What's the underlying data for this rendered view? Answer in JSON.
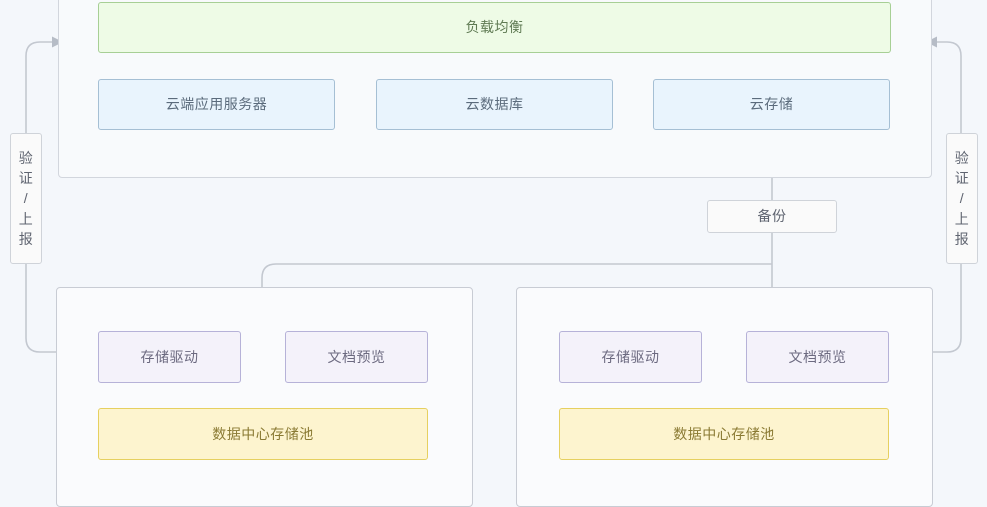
{
  "diagram": {
    "type": "architecture-flow",
    "background_color": "#f4f7fb",
    "clusters": {
      "cloud_tier": {
        "name": "cloud-tier-container"
      },
      "datacenter_left": {
        "name": "datacenter-left-container"
      },
      "datacenter_right": {
        "name": "datacenter-right-container"
      }
    },
    "nodes": {
      "load_balancer": {
        "label": "负载均衡",
        "color": "#eefbe6",
        "border": "#a7cf95"
      },
      "cloud_app_server": {
        "label": "云端应用服务器",
        "color": "#e9f4fd",
        "border": "#a5bfd4"
      },
      "cloud_database": {
        "label": "云数据库",
        "color": "#e9f4fd",
        "border": "#a5bfd4"
      },
      "cloud_storage": {
        "label": "云存储",
        "color": "#e9f4fd",
        "border": "#a5bfd4"
      },
      "left_storage_driver": {
        "label": "存储驱动",
        "color": "#f4f2fa",
        "border": "#b6b2d8"
      },
      "left_doc_preview": {
        "label": "文档预览",
        "color": "#f4f2fa",
        "border": "#b6b2d8"
      },
      "left_storage_pool": {
        "label": "数据中心存储池",
        "color": "#fdf4cf",
        "border": "#e6d060"
      },
      "right_storage_driver": {
        "label": "存储驱动",
        "color": "#f4f2fa",
        "border": "#b6b2d8"
      },
      "right_doc_preview": {
        "label": "文档预览",
        "color": "#f4f2fa",
        "border": "#b6b2d8"
      },
      "right_storage_pool": {
        "label": "数据中心存储池",
        "color": "#fdf4cf",
        "border": "#e6d060"
      }
    },
    "edge_labels": {
      "backup": {
        "label": "备份"
      },
      "left_verify_report": {
        "chars": [
          "验",
          "证",
          "/",
          "上",
          "报"
        ]
      },
      "right_verify_report": {
        "chars": [
          "验",
          "证",
          "/",
          "上",
          "报"
        ]
      }
    }
  }
}
